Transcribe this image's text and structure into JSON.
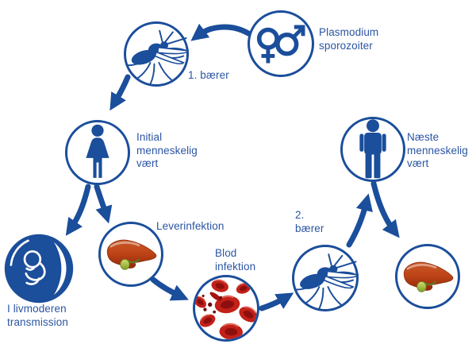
{
  "diagram": {
    "kind": "cycle-diagram",
    "language": "da",
    "colors": {
      "blue": "#1b4e9b",
      "label_text": "#2b55a3",
      "liver_light": "#c85a2a",
      "liver_mid": "#bf4517",
      "liver_dark": "#93290b",
      "gallbladder_green": "#9cb83b",
      "blood_red": "#c22018",
      "blood_dark_red": "#8c0f0e",
      "background": "#ffffff"
    },
    "nodes": {
      "plasmodium": {
        "icon": "gender-symbols-icon",
        "label": [
          "Plasmodium",
          "sporozoiter"
        ]
      },
      "carrier1": {
        "icon": "mosquito-icon",
        "label": [
          "1. bærer"
        ]
      },
      "initial_host": {
        "icon": "woman-icon",
        "label": [
          "Initial",
          "menneskelig",
          "vært"
        ]
      },
      "utero": {
        "icon": "fetus-icon",
        "label": [
          "I livmoderen",
          "transmission"
        ]
      },
      "liver1": {
        "icon": "liver-icon",
        "label": [
          "Leverinfektion"
        ]
      },
      "blood": {
        "icon": "blood-cells-icon",
        "label": [
          "Blod",
          "infektion"
        ]
      },
      "carrier2": {
        "icon": "mosquito-icon",
        "label": [
          "2.",
          "bærer"
        ]
      },
      "next_host": {
        "icon": "man-icon",
        "label": [
          "Næste",
          "menneskelig",
          "vært"
        ]
      },
      "liver2": {
        "icon": "liver-icon",
        "label": []
      }
    },
    "arrows": [
      {
        "from": "plasmodium",
        "to": "carrier1"
      },
      {
        "from": "carrier1",
        "to": "initial_host"
      },
      {
        "from": "initial_host",
        "to": "utero"
      },
      {
        "from": "initial_host",
        "to": "liver1"
      },
      {
        "from": "liver1",
        "to": "blood"
      },
      {
        "from": "blood",
        "to": "carrier2"
      },
      {
        "from": "carrier2",
        "to": "next_host"
      },
      {
        "from": "next_host",
        "to": "liver2"
      }
    ]
  }
}
